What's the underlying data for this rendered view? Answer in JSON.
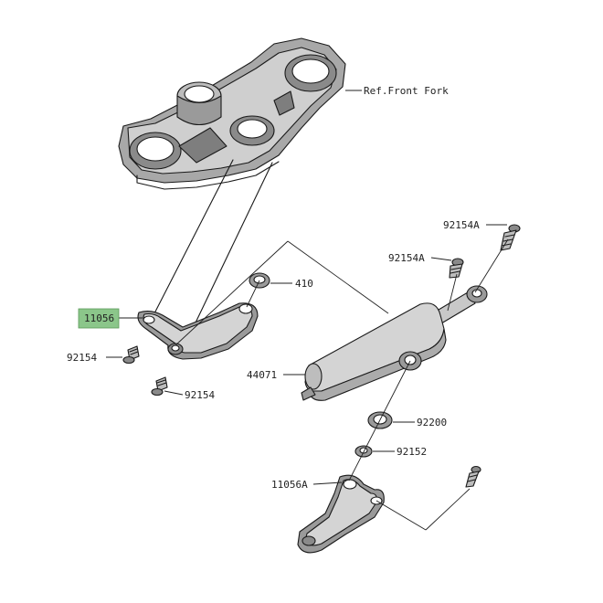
{
  "diagram": {
    "labels": {
      "ref_front_fork": "Ref.Front Fork",
      "p92154A_top": "92154A",
      "p92154A_mid": "92154A",
      "p410": "410",
      "p11056": "11056",
      "p92154_left": "92154",
      "p92154_bottom": "92154",
      "p44071": "44071",
      "p92200": "92200",
      "p92152": "92152",
      "p11056A": "11056A"
    },
    "highlighted_part": "11056",
    "colors": {
      "highlight": "#8bc68a",
      "part_fill_dark": "#9a9a9a",
      "part_fill_light": "#d9d9d9",
      "line": "#1a1a1a"
    }
  }
}
